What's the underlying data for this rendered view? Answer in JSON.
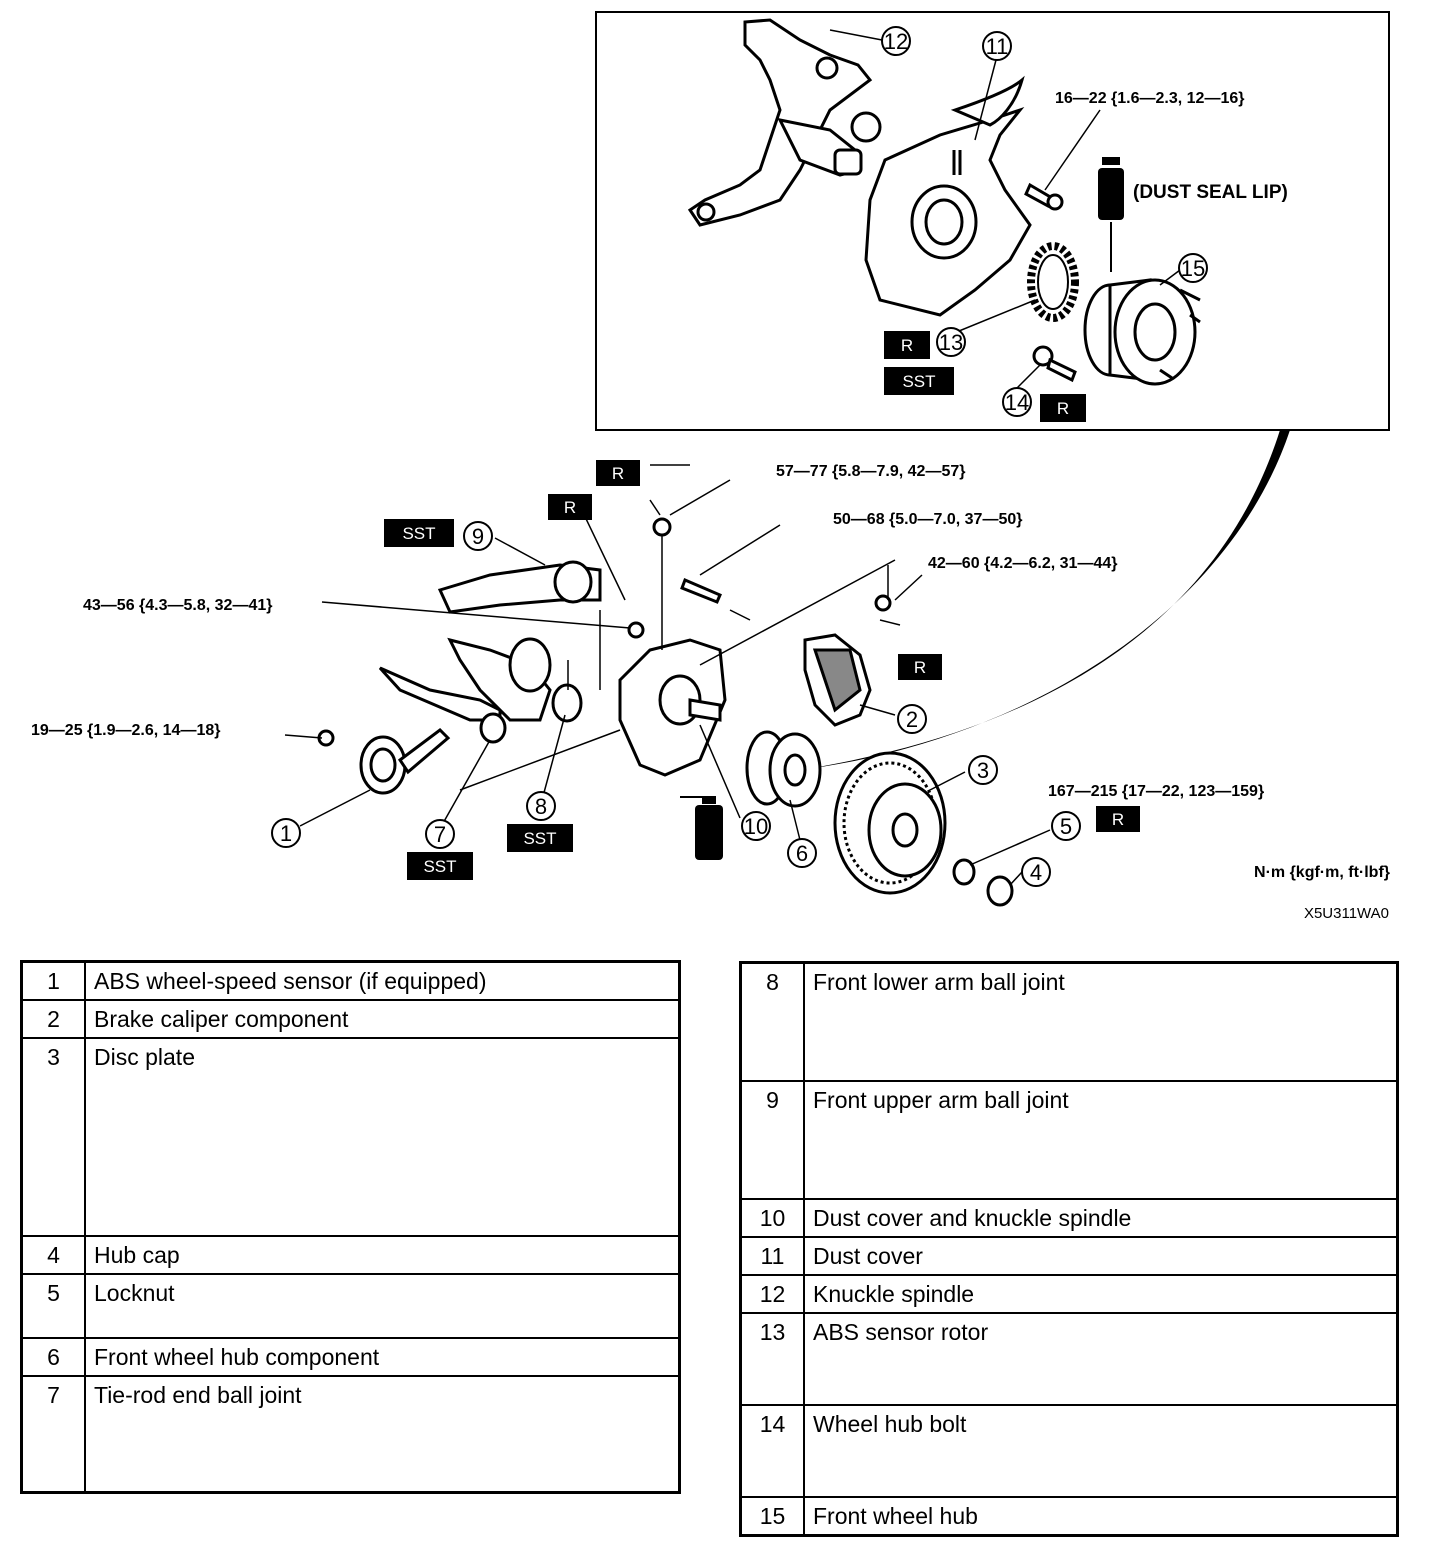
{
  "figure": {
    "code": "X5U311WA0",
    "units": "N·m {kgf·m, ft·lbf}",
    "tags": {
      "r": "R",
      "sst": "SST"
    },
    "callout_numbers": [
      "1",
      "2",
      "3",
      "4",
      "5",
      "6",
      "7",
      "8",
      "9",
      "10",
      "11",
      "12",
      "13",
      "14",
      "15"
    ],
    "torques": [
      "16—22 {1.6—2.3, 12—16}",
      "57—77 {5.8—7.9, 42—57}",
      "50—68 {5.0—7.0, 37—50}",
      "42—60 {4.2—6.2, 31—44}",
      "43—56 {4.3—5.8, 32—41}",
      "19—25 {1.9—2.6, 14—18}",
      "167—215 {17—22, 123—159}"
    ],
    "notes": {
      "dust_seal_lip": "(DUST SEAL LIP)"
    }
  },
  "table_left": [
    {
      "no": "1",
      "part": "ABS wheel-speed sensor (if equipped)"
    },
    {
      "no": "2",
      "part": "Brake caliper component"
    },
    {
      "no": "3",
      "part": "Disc plate"
    },
    {
      "no": "4",
      "part": "Hub cap"
    },
    {
      "no": "5",
      "part": "Locknut"
    },
    {
      "no": "6",
      "part": "Front wheel hub component"
    },
    {
      "no": "7",
      "part": "Tie-rod end ball joint"
    }
  ],
  "table_right": [
    {
      "no": "8",
      "part": "Front lower arm ball joint"
    },
    {
      "no": "9",
      "part": "Front upper arm ball joint"
    },
    {
      "no": "10",
      "part": "Dust cover and knuckle spindle"
    },
    {
      "no": "11",
      "part": "Dust cover"
    },
    {
      "no": "12",
      "part": "Knuckle spindle"
    },
    {
      "no": "13",
      "part": "ABS sensor rotor"
    },
    {
      "no": "14",
      "part": "Wheel hub bolt"
    },
    {
      "no": "15",
      "part": "Front wheel hub"
    }
  ]
}
